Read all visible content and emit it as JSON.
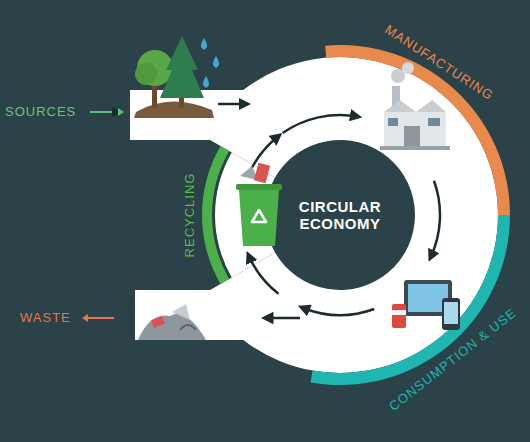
{
  "diagram": {
    "title": "CIRCULAR ECONOMY",
    "labels": [
      "SOURCES",
      "MANUFACTURING",
      "CONSUMPTION & USE",
      "RECYCLING",
      "WASTE"
    ]
  }
}
